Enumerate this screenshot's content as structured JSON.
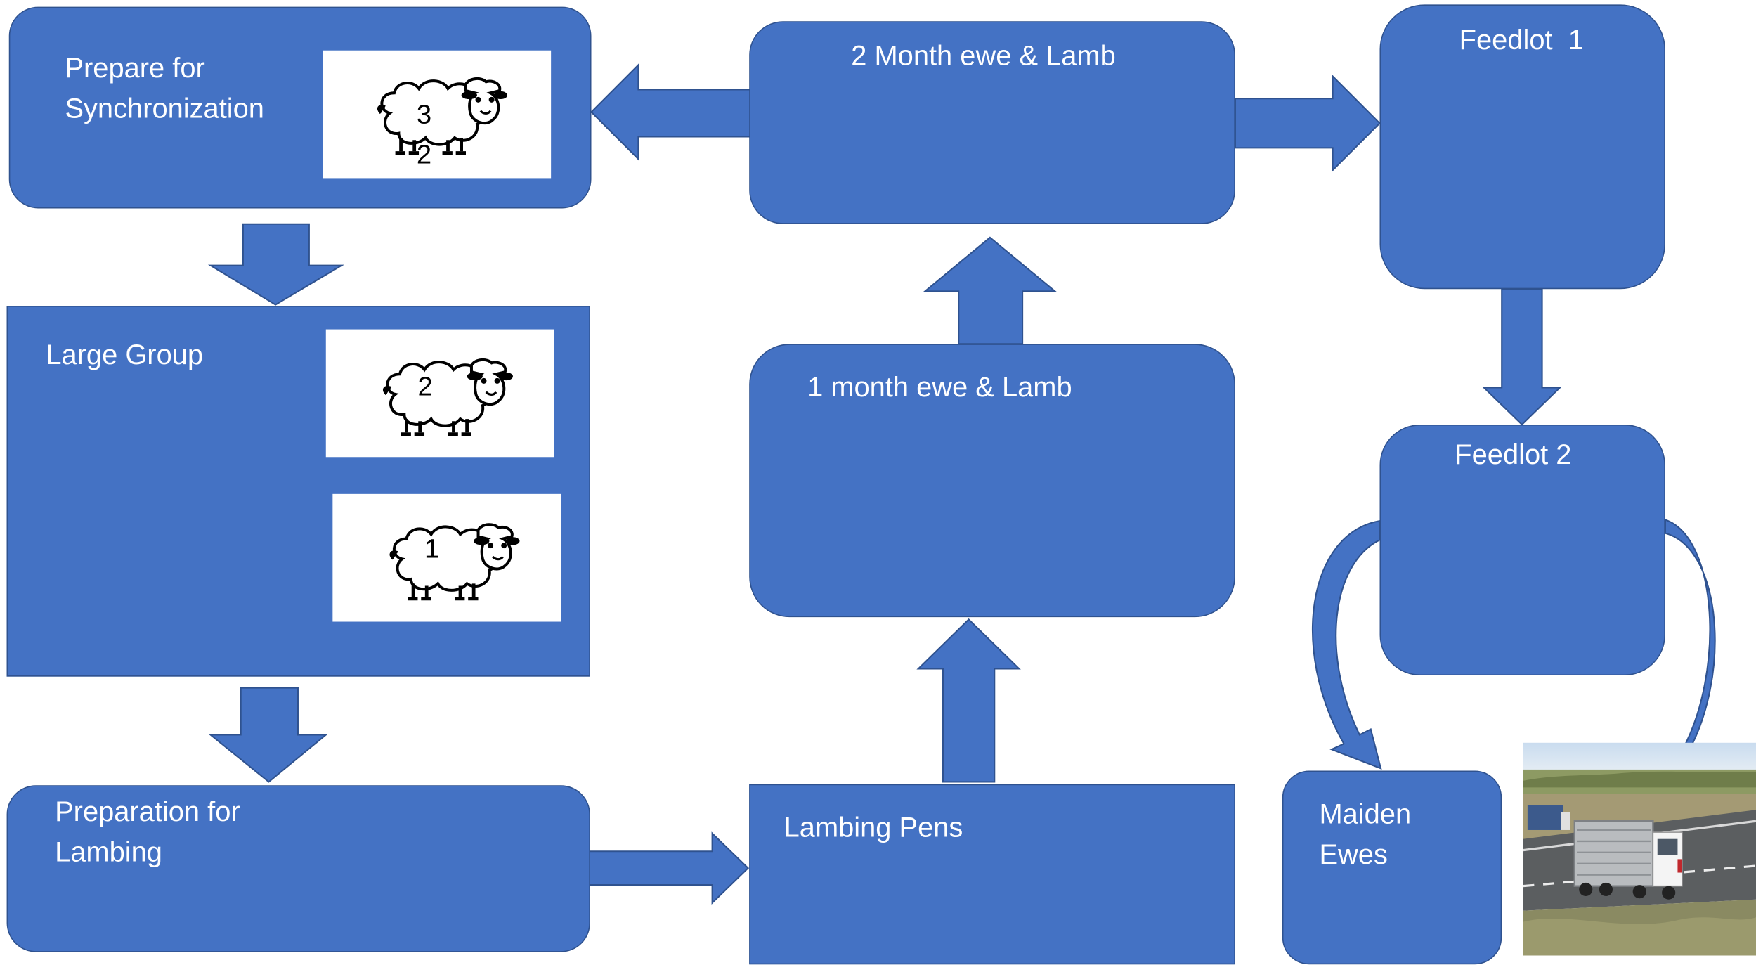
{
  "colors": {
    "box_fill": "#4472c4",
    "box_border": "#2f528f",
    "text": "#ffffff"
  },
  "nodes": {
    "prepare_sync": {
      "label": "Prepare for\nSynchronization"
    },
    "two_month": {
      "label": "2 Month ewe & Lamb"
    },
    "feedlot1": {
      "label": "Feedlot  1"
    },
    "large_group": {
      "label": "Large Group"
    },
    "one_month": {
      "label": "1 month ewe & Lamb"
    },
    "feedlot2": {
      "label": "Feedlot 2"
    },
    "prep_lambing": {
      "label": "Preparation for\nLambing"
    },
    "lambing_pens": {
      "label": "Lambing Pens"
    },
    "maiden_ewes": {
      "label": "Maiden\nEwes"
    }
  },
  "sheep_badges": {
    "sync_top": "3",
    "sync_bottom": "2",
    "large_a": "2",
    "large_b": "1"
  },
  "icons": [
    "sheep-icon",
    "truck-photo"
  ]
}
